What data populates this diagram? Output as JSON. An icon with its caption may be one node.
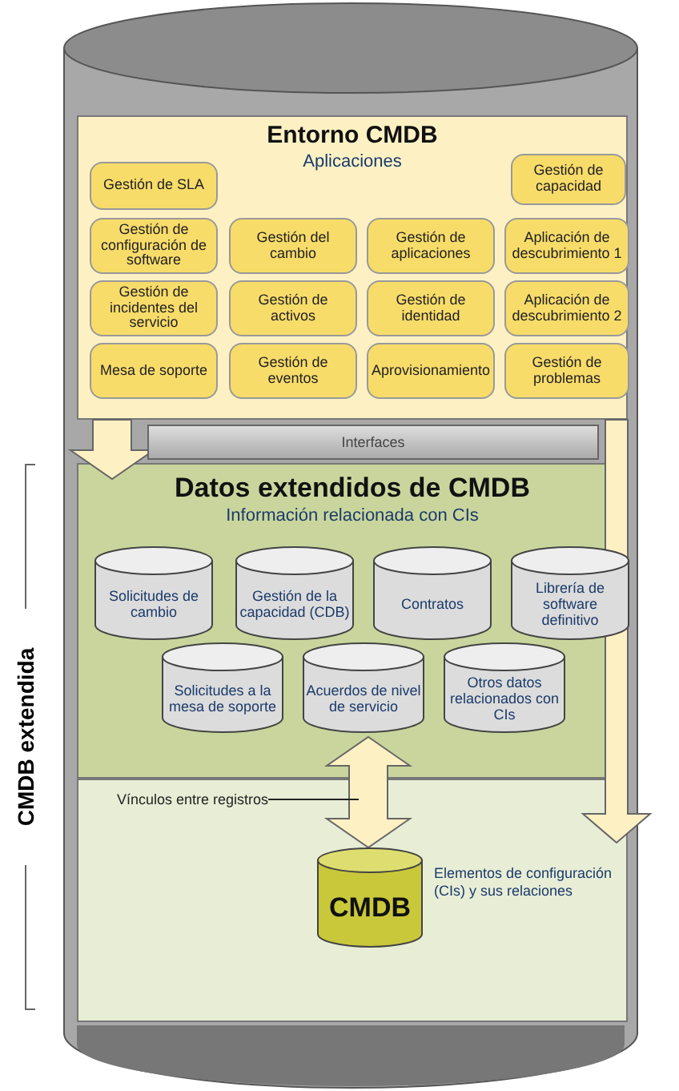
{
  "diagram": {
    "nodes": [
      {
        "text": [
          "Entorno CMDB",
          "Aplicaciones"
        ]
      },
      {
        "text": [
          "Gestión de SLA"
        ],
        "in": 0
      },
      {
        "text": [
          "Gestión de capacidad"
        ],
        "in": 0
      },
      {
        "text": [
          "Gestión de configuración de software"
        ],
        "in": 0
      },
      {
        "text": [
          "Gestión del cambio"
        ],
        "in": 0
      },
      {
        "text": [
          "Gestión de aplicaciones"
        ],
        "in": 0
      },
      {
        "text": [
          "Aplicación de descubrimiento 1"
        ],
        "in": 0
      },
      {
        "text": [
          "Gestión de incidentes del servicio"
        ],
        "in": 0
      },
      {
        "text": [
          "Gestión de activos"
        ],
        "in": 0
      },
      {
        "text": [
          "Gestión de identidad"
        ],
        "in": 0
      },
      {
        "text": [
          "Aplicación de descubrimiento 2"
        ],
        "in": 0
      },
      {
        "text": [
          "Mesa de soporte"
        ],
        "in": 0
      },
      {
        "text": [
          "Gestión de eventos"
        ],
        "in": 0
      },
      {
        "text": [
          "Aprovisionamiento"
        ],
        "in": 0
      },
      {
        "text": [
          "Gestión de problemas"
        ],
        "in": 0
      },
      {
        "text": [
          "Interfaces"
        ]
      },
      {
        "text": [
          "Datos extendidos de CMDB",
          "Información relacionada con CIs"
        ]
      },
      {
        "text": [
          "Solicitudes de cambio"
        ],
        "in": 16
      },
      {
        "text": [
          "Gestión de la capacidad (CDB)"
        ],
        "in": 16
      },
      {
        "text": [
          "Contratos"
        ],
        "in": 16
      },
      {
        "text": [
          "Librería de software definitivo"
        ],
        "in": 16
      },
      {
        "text": [
          "Solicitudes a la mesa de soporte"
        ],
        "in": 16
      },
      {
        "text": [
          "Acuerdos de nivel de servicio"
        ],
        "in": 16
      },
      {
        "text": [
          "Otros datos relacionados con CIs"
        ],
        "in": 16
      },
      {
        "text": [],
        "shape": "box"
      },
      {
        "text": [
          "CMDB"
        ],
        "in": 24,
        "beside": [
          "Elementos de configuración (CIs) y sus relaciones"
        ]
      },
      {
        "text": [
          "Vínculos entre registros"
        ],
        "in": 24
      }
    ],
    "edges": [
      {
        "from": 0,
        "to": 16,
        "arrow": "to"
      },
      {
        "from": 16,
        "to": 25,
        "arrow": "both"
      },
      {
        "from": 0,
        "to": 24,
        "arrow": "to"
      },
      {
        "from": 26,
        "to": null,
        "arrow": "none"
      }
    ],
    "labels": [
      "CMDB extendida"
    ]
  }
}
